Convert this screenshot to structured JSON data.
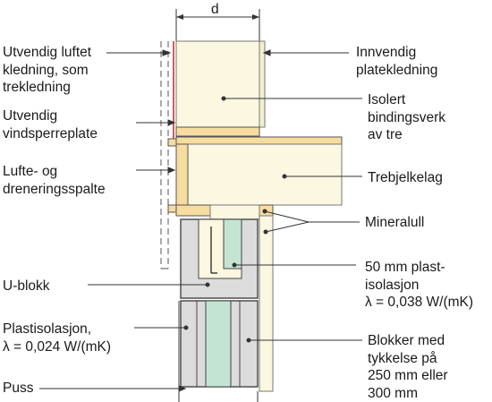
{
  "dimension": {
    "label": "d"
  },
  "labels": {
    "outer_cladding": [
      "Utvendig luftet",
      "kledning, som",
      "trekledning"
    ],
    "wind_barrier": [
      "Utvendig",
      "vindsperreplate"
    ],
    "air_gap": [
      "Lufte- og",
      "dreneringsspalte"
    ],
    "u_block": [
      "U-blokk"
    ],
    "plastic_insulation": [
      "Plastisolasjon,",
      "λ = 0,024 W/(mK)"
    ],
    "render": [
      "Puss"
    ],
    "inner_board": [
      "Innvendig",
      "platekledning"
    ],
    "insulated_frame": [
      "Isolert",
      "bindingsverk",
      "av tre"
    ],
    "joist_layer": [
      "Trebjelkelag"
    ],
    "mineral_wool": [
      "Mineralull"
    ],
    "eps_50": [
      "50 mm plast-",
      "isolasjon",
      "λ = 0,038 W/(mK)"
    ],
    "blocks": [
      "Blokker med",
      "tykkelse på",
      "250 mm eller",
      "300 mm"
    ]
  },
  "colors": {
    "wood": "#f7dca0",
    "insulation": "#fbf7e0",
    "block": "#dcdcdc",
    "plastic_insulation": "#c4e4d2",
    "outline": "#444444"
  }
}
